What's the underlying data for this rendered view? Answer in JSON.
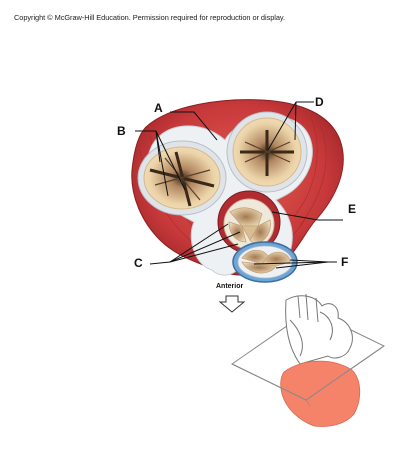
{
  "copyright": "Copyright © McGraw-Hill Education. Permission required for reproduction or display.",
  "labels": {
    "a": "A",
    "b": "B",
    "c": "C",
    "d": "D",
    "e": "E",
    "f": "F"
  },
  "anterior": "Anterior",
  "colors": {
    "muscle": "#c7393a",
    "annulus": "#e8ecef",
    "cusp": "#e6c89b",
    "ventricle_fill": "#f4836a",
    "plane_outline": "#888888"
  }
}
